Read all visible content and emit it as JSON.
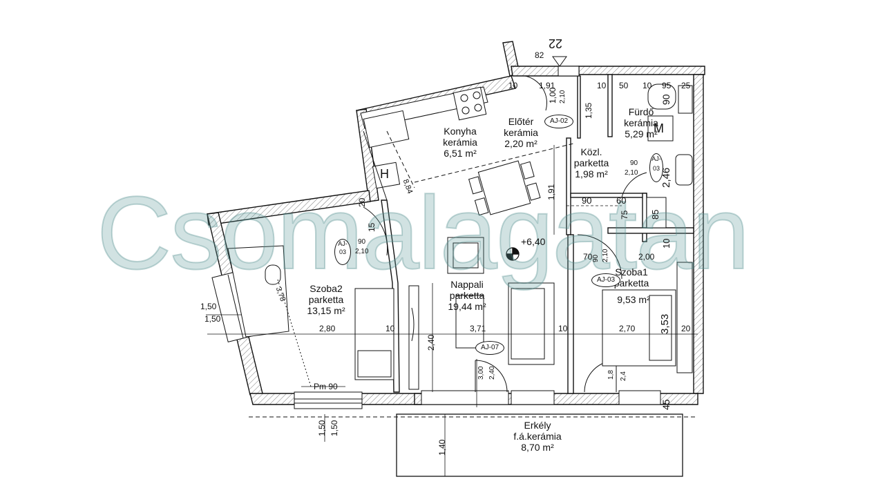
{
  "rooms": {
    "konyha": {
      "name": "Konyha",
      "floor": "kerámia",
      "area": "6,51 m²"
    },
    "eloter": {
      "name": "Előtér",
      "floor": "kerámia",
      "area": "2,20 m²"
    },
    "furdo": {
      "name": "Fürdő",
      "floor": "kerámia",
      "area": "5,29 m²"
    },
    "kozl": {
      "name": "Közl.",
      "floor": "parketta",
      "area": "1,98 m²"
    },
    "nappali": {
      "name": "Nappali",
      "floor": "parketta",
      "area": "19,44 m²"
    },
    "szoba1": {
      "name": "Szoba1",
      "floor": "parketta",
      "area": "9,53 m²"
    },
    "szoba2": {
      "name": "Szoba2",
      "floor": "parketta",
      "area": "13,15 m²"
    },
    "erkely": {
      "name": "Erkély",
      "floor": "f.á.kerámia",
      "area": "8,70 m²"
    }
  },
  "level": "+6,40",
  "door_tags": {
    "aj02": "AJ-02",
    "aj03_kozl": "AJ-03",
    "aj03_szoba1": "AJ-03",
    "aj03_szoba2": "AJ-03",
    "aj07": "AJ-07"
  },
  "dimensions": {
    "top_22": "22",
    "top_82": "82",
    "d10_a": "10",
    "d191_top": "1,91",
    "d100": "1,00",
    "d210_a": "2,10",
    "d135": "1,35",
    "d10_b": "10",
    "d50": "50",
    "d10_c": "10",
    "d95": "95",
    "d25": "25",
    "d90_wc": "90",
    "d90_kozl": "90",
    "d210_kozl": "2,10",
    "d246": "2,46",
    "d191_vert": "1,91",
    "d90_mid": "90",
    "d60": "60",
    "d75": "75",
    "d85": "85",
    "d10_mid": "10",
    "d884": "8,84",
    "d20": "20",
    "d15": "15",
    "d90_sz2": "90",
    "d210_sz2": "2,10",
    "d378": "3,78",
    "d150_a": "1,50",
    "d150_b": "1,50",
    "d280": "2,80",
    "d10_sz2": "10",
    "d371": "3,71",
    "d240_n": "2,40",
    "d10_n": "10",
    "d270": "2,70",
    "d353": "3,53",
    "d20_r": "20",
    "d90_s1": "90",
    "d210_s1": "2,10",
    "d70": "70",
    "d200": "2,00",
    "d300": "3,00",
    "d240_b": "2,40",
    "d18": "1,8",
    "d24": "2,4",
    "d45": "45",
    "pm90": "Pm 90",
    "d150_c": "1,50",
    "d150_d": "1,50",
    "d140": "1,40"
  },
  "fixtures": {
    "fridge_label": "H",
    "washer_label": "M"
  },
  "watermark": "Csomalagatan"
}
